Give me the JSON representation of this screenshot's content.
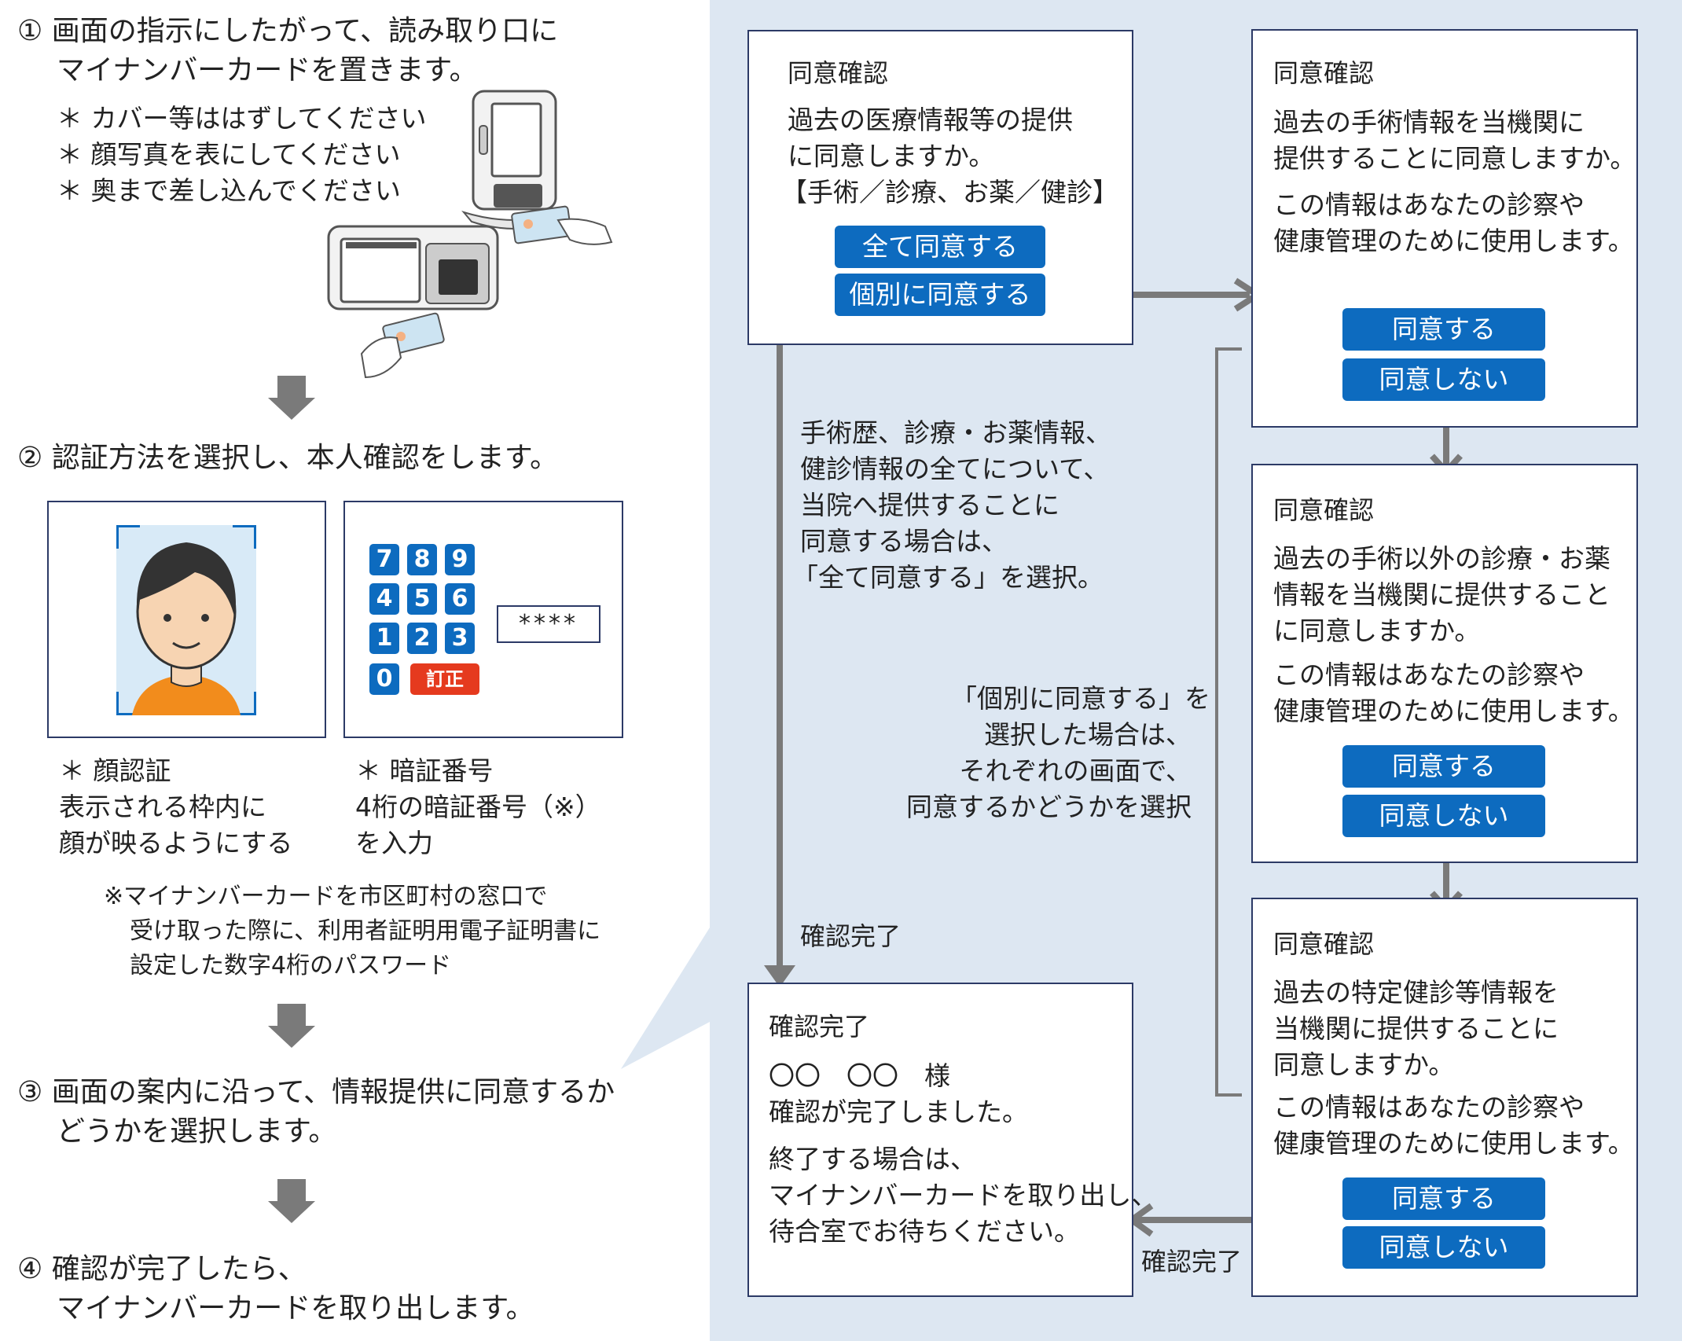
{
  "steps": {
    "step1_line1": "① 画面の指示にしたがって、読み取り口に",
    "step1_line2": "マイナンバーカードを置きます。",
    "step1_notes": [
      "＊ カバー等ははずしてください",
      "＊ 顔写真を表にしてください",
      "＊ 奥まで差し込んでください"
    ],
    "step2": "② 認証方法を選択し、本人確認をします。",
    "face_caption": [
      "＊ 顔認証",
      "表示される枠内に",
      "顔が映るようにする"
    ],
    "pin_caption": [
      "＊ 暗証番号",
      "4桁の暗証番号（※）",
      "を入力"
    ],
    "pin_footnote": [
      "※マイナンバーカードを市区町村の窓口で",
      "受け取った際に、利用者証明用電子証明書に",
      "設定した数字4桁のパスワード"
    ],
    "step3_line1": "③ 画面の案内に沿って、情報提供に同意するか",
    "step3_line2": "どうかを選択します。",
    "step4_line1": "④ 確認が完了したら、",
    "step4_line2": "マイナンバーカードを取り出します。"
  },
  "keypad": {
    "rows": [
      [
        "7",
        "8",
        "9"
      ],
      [
        "4",
        "5",
        "6"
      ],
      [
        "1",
        "2",
        "3"
      ]
    ],
    "zero": "0",
    "correct": "訂正",
    "pin_display": "****",
    "key_color": "#0d6bbf",
    "correct_color": "#e53a1e"
  },
  "consent_main": {
    "title": "同意確認",
    "body": [
      "過去の医療情報等の提供",
      "に同意しますか。",
      "【手術／診療、お薬／健診】"
    ],
    "btn_all": "全て同意する",
    "btn_individual": "個別に同意する"
  },
  "consent_surgery": {
    "title": "同意確認",
    "body": [
      "過去の手術情報を当機関に",
      "提供することに同意しますか。"
    ],
    "usage": [
      "この情報はあなたの診察や",
      "健康管理のために使用します。"
    ],
    "btn_yes": "同意する",
    "btn_no": "同意しない"
  },
  "consent_medical": {
    "title": "同意確認",
    "body": [
      "過去の手術以外の診療・お薬",
      "情報を当機関に提供すること",
      "に同意しますか。"
    ],
    "usage": [
      "この情報はあなたの診察や",
      "健康管理のために使用します。"
    ],
    "btn_yes": "同意する",
    "btn_no": "同意しない"
  },
  "consent_checkup": {
    "title": "同意確認",
    "body": [
      "過去の特定健診等情報を",
      "当機関に提供することに",
      "同意しますか。"
    ],
    "usage": [
      "この情報はあなたの診察や",
      "健康管理のために使用します。"
    ],
    "btn_yes": "同意する",
    "btn_no": "同意しない"
  },
  "complete_box": {
    "title": "確認完了",
    "name_line": "〇〇　〇〇　様",
    "done": "確認が完了しました。",
    "instructions": [
      "終了する場合は、",
      "マイナンバーカードを取り出し、",
      "待合室でお待ちください。"
    ]
  },
  "annotations": {
    "all_note": [
      "手術歴、診療・お薬情報、",
      "健診情報の全てについて、",
      "当院へ提供することに",
      "同意する場合は、",
      "「全て同意する」を選択。"
    ],
    "individual_note": [
      "「個別に同意する」を",
      "選択した場合は、",
      "それぞれの画面で、",
      "同意するかどうかを選択"
    ],
    "complete_label_left": "確認完了",
    "complete_label_bottom": "確認完了"
  },
  "colors": {
    "panel_bg": "#dde7f2",
    "button": "#0d6bbf",
    "arrow": "#7a7a7a",
    "box_border": "#2c3a66"
  }
}
